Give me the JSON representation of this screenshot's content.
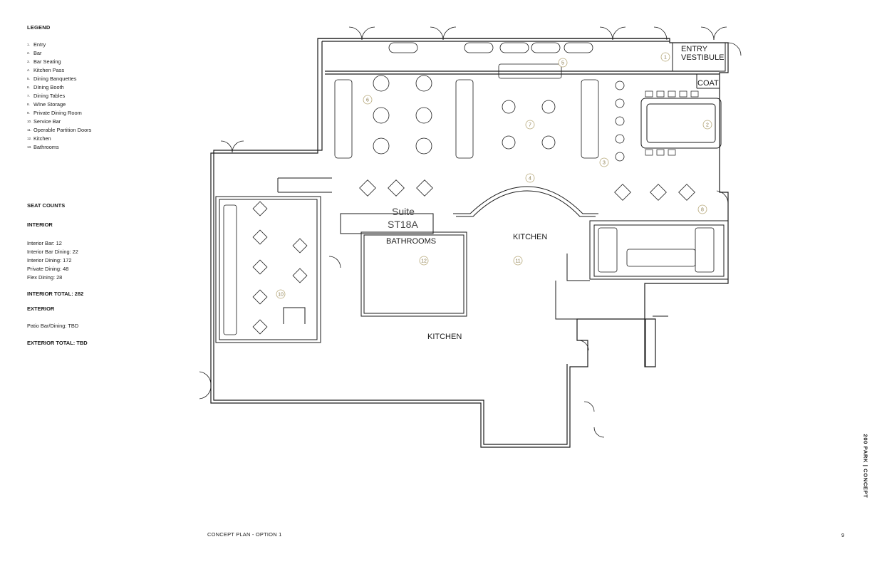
{
  "legend": {
    "title": "LEGEND",
    "items": [
      {
        "num": "1.",
        "label": "Entry"
      },
      {
        "num": "2.",
        "label": "Bar"
      },
      {
        "num": "3.",
        "label": "Bar Seating"
      },
      {
        "num": "4.",
        "label": "Kitchen Pass"
      },
      {
        "num": "5.",
        "label": "Dining Banquettes"
      },
      {
        "num": "6.",
        "label": "DIning Booth"
      },
      {
        "num": "7.",
        "label": "Dining Tables"
      },
      {
        "num": "8.",
        "label": "WIne Storage"
      },
      {
        "num": "9.",
        "label": "Private Dining Room"
      },
      {
        "num": "10.",
        "label": "Service Bar"
      },
      {
        "num": "11.",
        "label": "Operable Partition Doors"
      },
      {
        "num": "12.",
        "label": "Kitchen"
      },
      {
        "num": "13.",
        "label": "Bathrooms"
      }
    ]
  },
  "seat_counts": {
    "title": "SEAT COUNTS",
    "interior_heading": "INTERIOR",
    "interior_lines": [
      "Interior Bar: 12",
      "Interior Bar Dining: 22",
      "Interior Dining: 172",
      "Private Dining: 48",
      "Flex Dining: 28"
    ],
    "interior_total": "INTERIOR TOTAL: 282",
    "exterior_heading": "EXTERIOR",
    "exterior_lines": [
      "Patio Bar/Dining: TBD"
    ],
    "exterior_total": "EXTERIOR TOTAL: TBD"
  },
  "plan": {
    "room_labels": {
      "entry": "ENTRY",
      "vestibule": "VESTIBULE",
      "coat": "COAT",
      "suite": "Suite",
      "suite_number": "ST18A",
      "bathrooms": "BATHROOMS",
      "kitchen_upper": "KITCHEN",
      "kitchen_lower": "KITCHEN"
    },
    "tags": [
      "1",
      "2",
      "3",
      "4",
      "5",
      "6",
      "7",
      "8",
      "10",
      "11",
      "12"
    ]
  },
  "footer": {
    "caption": "CONCEPT PLAN - OPTION 1",
    "page_number": "9",
    "side_title": "200 PARK | CONCEPT"
  },
  "colors": {
    "linework": "#1a1a1a",
    "tag_outline": "#b7a97a",
    "tag_text": "#8a7b4d"
  }
}
